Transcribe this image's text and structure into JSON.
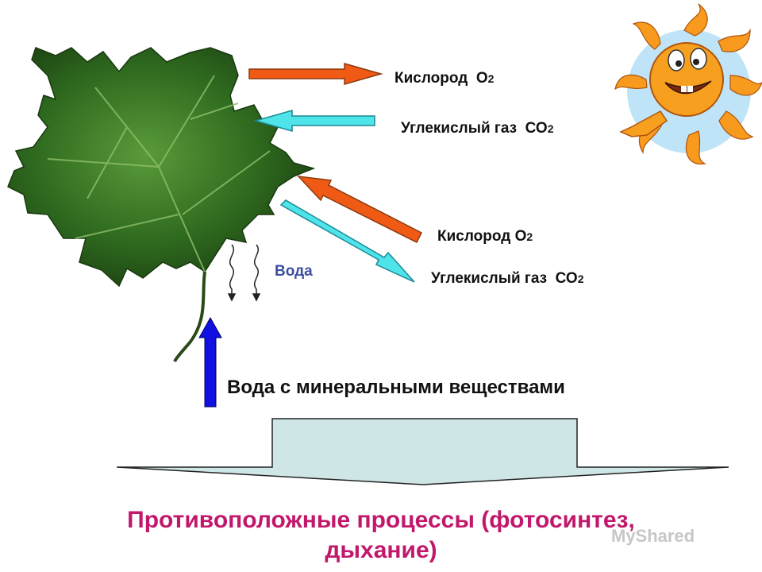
{
  "labels": {
    "oxygen_top": "Кислород",
    "oxygen_top_formula": "O",
    "oxygen_top_sub": "2",
    "co2_top": "Углекислый  газ",
    "co2_top_formula": "СО",
    "co2_top_sub": "2",
    "oxygen_mid": "Кислород",
    "oxygen_mid_formula": "O",
    "oxygen_mid_sub": "2",
    "co2_mid": "Углекислый  газ",
    "co2_mid_formula": "СО",
    "co2_mid_sub": "2",
    "water": "Вода",
    "water_minerals": "Вода  с  минеральными  веществами"
  },
  "conclusion": {
    "line1": "Противоположные   процессы   (фотосинтез,",
    "line2": "дыхание)"
  },
  "watermark": "MyShared",
  "colors": {
    "orange_arrow": "#f05a14",
    "cyan_arrow": "#4fe3ea",
    "blue_arrow": "#1010e0",
    "leaf_green": "#2f6b1f",
    "sun_orange": "#f79a1e",
    "sun_sky": "#bfe4f7",
    "block_fill": "#cfe6e6",
    "conclusion_text": "#c2186c",
    "water_text": "#3c4fa0"
  }
}
